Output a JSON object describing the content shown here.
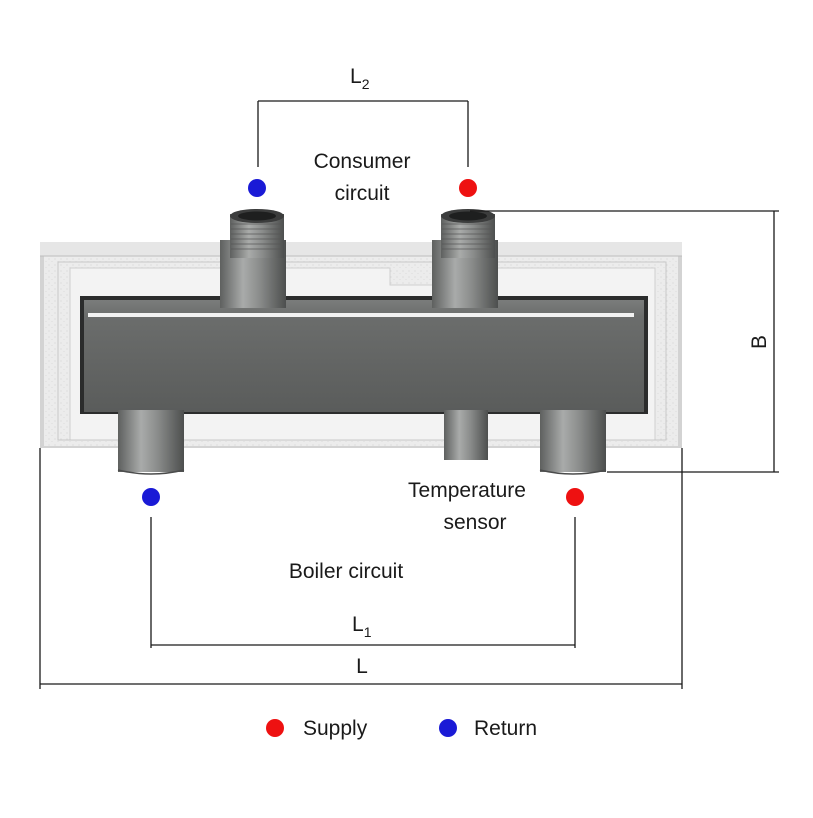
{
  "labels": {
    "l2_main": "L",
    "l2_sub": "2",
    "l1_main": "L",
    "l1_sub": "1",
    "l_total": "L",
    "b_height": "B",
    "consumer_line1": "Consumer",
    "consumer_line2": "circuit",
    "temperature_line1": "Temperature",
    "temperature_line2": "sensor",
    "boiler": "Boiler circuit"
  },
  "legend": {
    "items": [
      {
        "label": "Supply",
        "color": "#ee1111"
      },
      {
        "label": "Return",
        "color": "#1a1ad6"
      }
    ]
  },
  "colors": {
    "supply": "#ee1111",
    "return": "#1a1ad6"
  }
}
